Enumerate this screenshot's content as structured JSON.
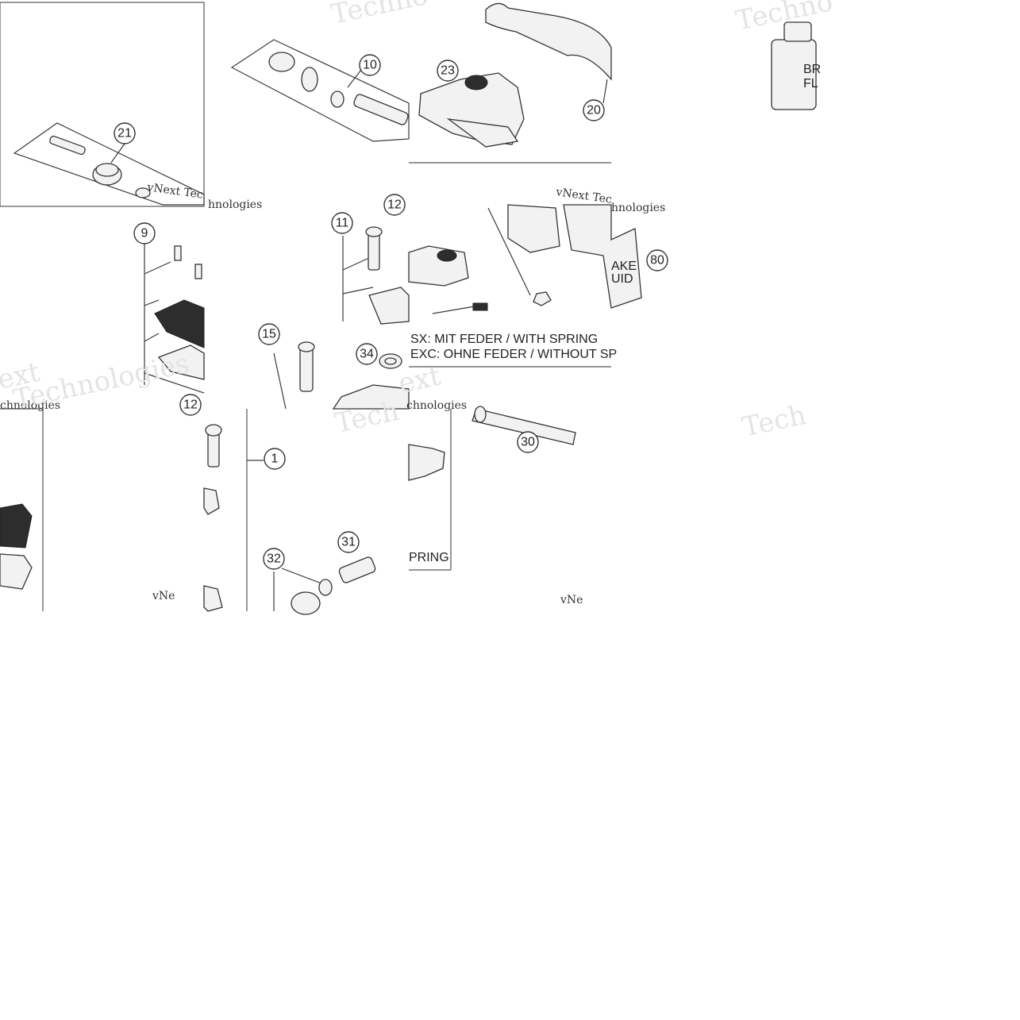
{
  "diagram": {
    "callouts": [
      {
        "id": "c21",
        "label": "21"
      },
      {
        "id": "c10",
        "label": "10"
      },
      {
        "id": "c23",
        "label": "23"
      },
      {
        "id": "c20",
        "label": "20"
      },
      {
        "id": "c9",
        "label": "9"
      },
      {
        "id": "c11",
        "label": "11"
      },
      {
        "id": "c12a",
        "label": "12"
      },
      {
        "id": "c15",
        "label": "15"
      },
      {
        "id": "c34",
        "label": "34"
      },
      {
        "id": "c80",
        "label": "80"
      },
      {
        "id": "c12b",
        "label": "12"
      },
      {
        "id": "c1",
        "label": "1"
      },
      {
        "id": "c31",
        "label": "31"
      },
      {
        "id": "c32",
        "label": "32"
      },
      {
        "id": "c30",
        "label": "30"
      }
    ],
    "notes": {
      "with_spring": "SX: MIT FEDER / WITH SPRING",
      "without_spring": "EXC: OHNE FEDER / WITHOUT SP",
      "spring_fragment": "PRING"
    },
    "watermarks": {
      "technologies": "Technologies",
      "vnext_tech": "vNext Tec",
      "vnext_tech2": "vNext Tec",
      "chnologies": "chnologies",
      "vnext": "vNext",
      "ext": "ext",
      "techno": "Techno",
      "tech": "Tech",
      "hnologies": "hnologies",
      "vne": "vNe",
      "vne2": "vNe"
    },
    "bottle_label": {
      "line1": "BR",
      "line2": "FL",
      "side1": "AKE",
      "side2": "UID"
    }
  }
}
